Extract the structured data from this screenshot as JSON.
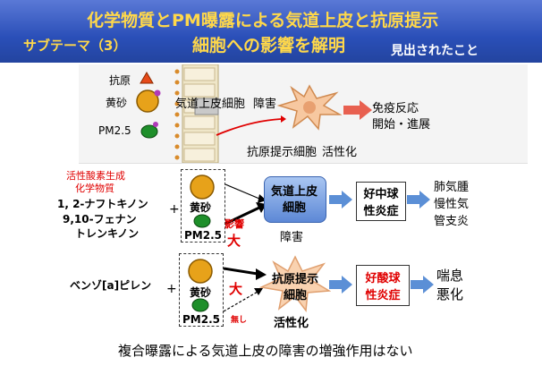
{
  "header": {
    "title_line1": "化学物質とPM曝露による気道上皮と抗原提示",
    "title_line2": "細胞への影響を解明",
    "subtheme": "サブテーマ（3）",
    "found": "見出されたこと"
  },
  "top_panel": {
    "antigen": "抗原",
    "yellow_sand": "黄砂",
    "pm25": "PM2.5",
    "airway_cells": "気道上皮細胞",
    "damage": "障害",
    "immune_line1": "免疫反応",
    "immune_line2": "開始・進展",
    "apc": "抗原提示細胞",
    "activation": "活性化"
  },
  "row1": {
    "ros_line1": "活性酸素生成",
    "ros_line2": "化学物質",
    "chem1": "1, 2-ナフトキノン",
    "chem2_line1": "9,10-フェナン",
    "chem2_line2": "トレンキノン",
    "plus": "+",
    "yellow_sand": "黄砂",
    "pm25": "PM2.5",
    "effect_label": "影響",
    "big": "大",
    "airway_line1": "気道上皮",
    "airway_line2": "細胞",
    "damage": "障害",
    "result_line1": "好中球",
    "result_line2": "性炎症",
    "outcome": [
      "肺気腫",
      "慢性気",
      "管支炎"
    ]
  },
  "row2": {
    "chem": "ベンゾ[a]ピレン",
    "plus": "+",
    "yellow_sand": "黄砂",
    "pm25": "PM2.5",
    "big": "大",
    "none": "無し",
    "apc_line1": "抗原提示",
    "apc_line2": "細胞",
    "activation": "活性化",
    "result_line1": "好酸球",
    "result_line2": "性炎症",
    "outcome": [
      "喘息",
      "悪化"
    ]
  },
  "conclusion": "複合曝露による気道上皮の障害の増強作用はない",
  "colors": {
    "header": "#2a4fb8",
    "title": "#ffd84a",
    "accent_red": "#e00000",
    "arrow_blue": "#5b8fd6",
    "cell_blue": "#6f9be0",
    "apc_cell": "#f7c8a0"
  }
}
